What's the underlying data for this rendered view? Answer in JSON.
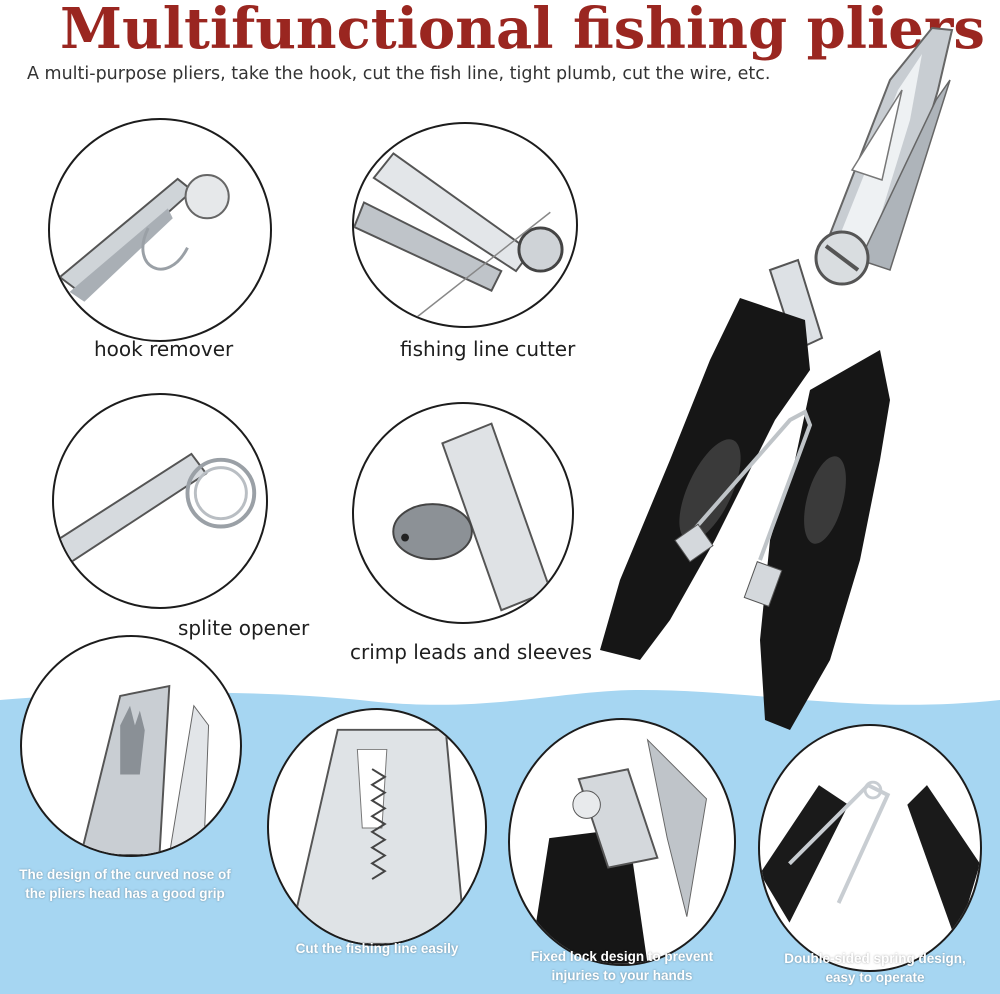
{
  "title": "Multifunctional fishing pliers",
  "subtitle": "A multi-purpose pliers, take the hook, cut the fish line, tight plumb, cut the wire, etc.",
  "features": {
    "hook_remover": "hook remover",
    "line_cutter": "fishing line cutter",
    "split_opener": "splite opener",
    "crimp": "crimp leads and sleeves"
  },
  "details": {
    "curved_nose": [
      "The design of the curved nose of",
      "the pliers head has a good grip"
    ],
    "cut_line": [
      "Cut the fishing line easily"
    ],
    "fixed_lock": [
      "Fixed lock design to prevent",
      "injuries to your hands"
    ],
    "spring": [
      "Double-sided spring design,",
      "easy to operate"
    ]
  },
  "colors": {
    "title": "#9a2620",
    "wave": "#9ed2f0",
    "handle": "#1a1a1a",
    "steel": "#d4d8dc"
  }
}
